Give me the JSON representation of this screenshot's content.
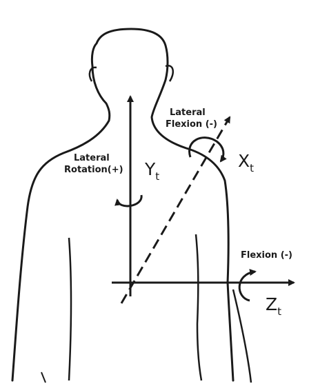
{
  "labels": {
    "lateral_flexion_line1": "Lateral",
    "lateral_flexion_line2": "Flexion (-)",
    "lateral_rotation_line1": "Lateral",
    "lateral_rotation_line2": "Rotation(+)",
    "flexion": "Flexion (-)"
  },
  "axes": {
    "y_letter": "Y",
    "y_sub": "t",
    "x_letter": "X",
    "x_sub": "t",
    "z_letter": "Z",
    "z_sub": "t"
  },
  "colors": {
    "ink": "#1a1a1a",
    "background": "#ffffff"
  }
}
